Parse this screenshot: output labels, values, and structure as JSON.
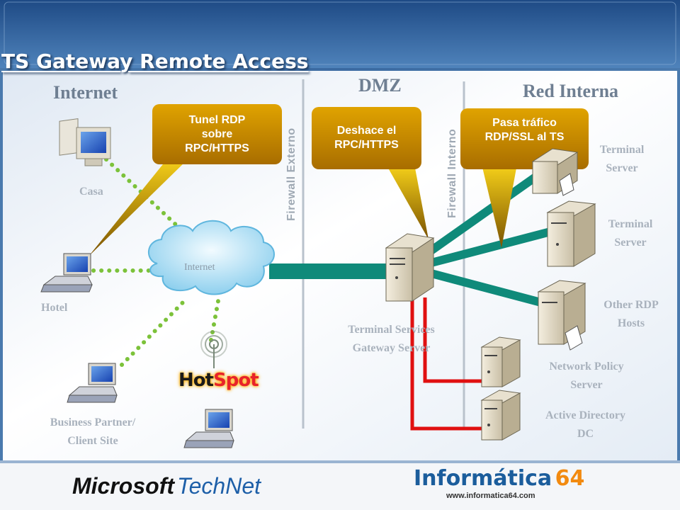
{
  "title": "TS Gateway Remote Access",
  "zones": {
    "internet": "Internet",
    "dmz": "DMZ",
    "internal": "Red Interna"
  },
  "firewalls": {
    "external": "Firewall Externo",
    "internal": "Firewall Interno"
  },
  "callouts": [
    {
      "lines": [
        "Tunel RDP",
        "sobre",
        "RPC/HTTPS"
      ]
    },
    {
      "lines": [
        "Deshace el",
        "RPC/HTTPS"
      ]
    },
    {
      "lines": [
        "Pasa tráfico",
        "RDP/SSL al TS"
      ]
    }
  ],
  "clients": {
    "home": "Casa",
    "hotel": "Hotel",
    "partner": [
      "Business Partner/",
      "Client Site"
    ]
  },
  "cloud_label": "Internet",
  "hotspot": {
    "part1": "Hot",
    "part2": "Spot"
  },
  "gateway": [
    "Terminal Services",
    "Gateway Server"
  ],
  "servers": {
    "ts1": [
      "Terminal",
      "Server"
    ],
    "ts2": [
      "Terminal",
      "Server"
    ],
    "other": [
      "Other RDP",
      "Hosts"
    ],
    "nps": [
      "Network Policy",
      "Server"
    ],
    "ad": [
      "Active Directory",
      "DC"
    ]
  },
  "footer": {
    "microsoft": "Microsoft",
    "technet": "TechNet",
    "informatica": "Informática",
    "informatica_num": "64",
    "url": "www.informatica64.com"
  },
  "colors": {
    "header": "#3d6fa6",
    "link_green": "#0f8a7a",
    "link_red": "#e01010",
    "callout": "#c58a00",
    "dots": "#7cc23a"
  }
}
